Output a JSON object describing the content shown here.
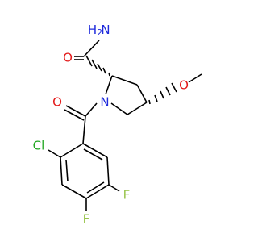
{
  "molecule": {
    "atoms": {
      "n_amide": {
        "symbol": "N",
        "hydrogens": "H",
        "hcount": "2",
        "color": "#1f2bdc"
      },
      "o_amide": {
        "symbol": "O",
        "color": "#e31a1a"
      },
      "o_carbonyl": {
        "symbol": "O",
        "color": "#e31a1a"
      },
      "n_ring": {
        "symbol": "N",
        "color": "#1f2bdc"
      },
      "o_methoxy": {
        "symbol": "O",
        "color": "#e31a1a"
      },
      "cl": {
        "symbol": "Cl",
        "color": "#22a722"
      },
      "f1": {
        "symbol": "F",
        "color": "#97c44a"
      },
      "f2": {
        "symbol": "F",
        "color": "#97c44a"
      }
    },
    "bond_color": "#000000"
  }
}
